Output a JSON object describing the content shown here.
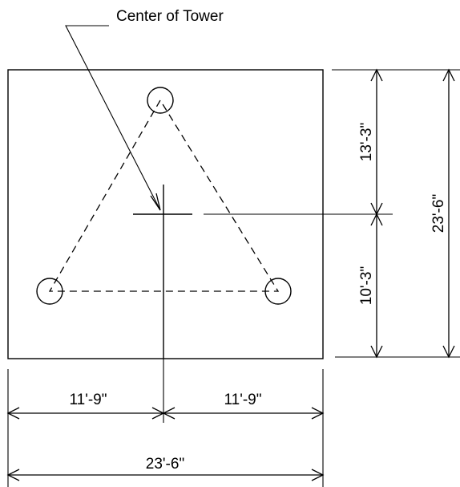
{
  "callout": {
    "label": "Center of Tower"
  },
  "dimensions": {
    "left_half": "11'-9\"",
    "right_half": "11'-9\"",
    "bottom_total": "23'-6\"",
    "upper_vertical": "13'-3\"",
    "lower_vertical": "10'-3\"",
    "right_total": "23'-6\""
  }
}
